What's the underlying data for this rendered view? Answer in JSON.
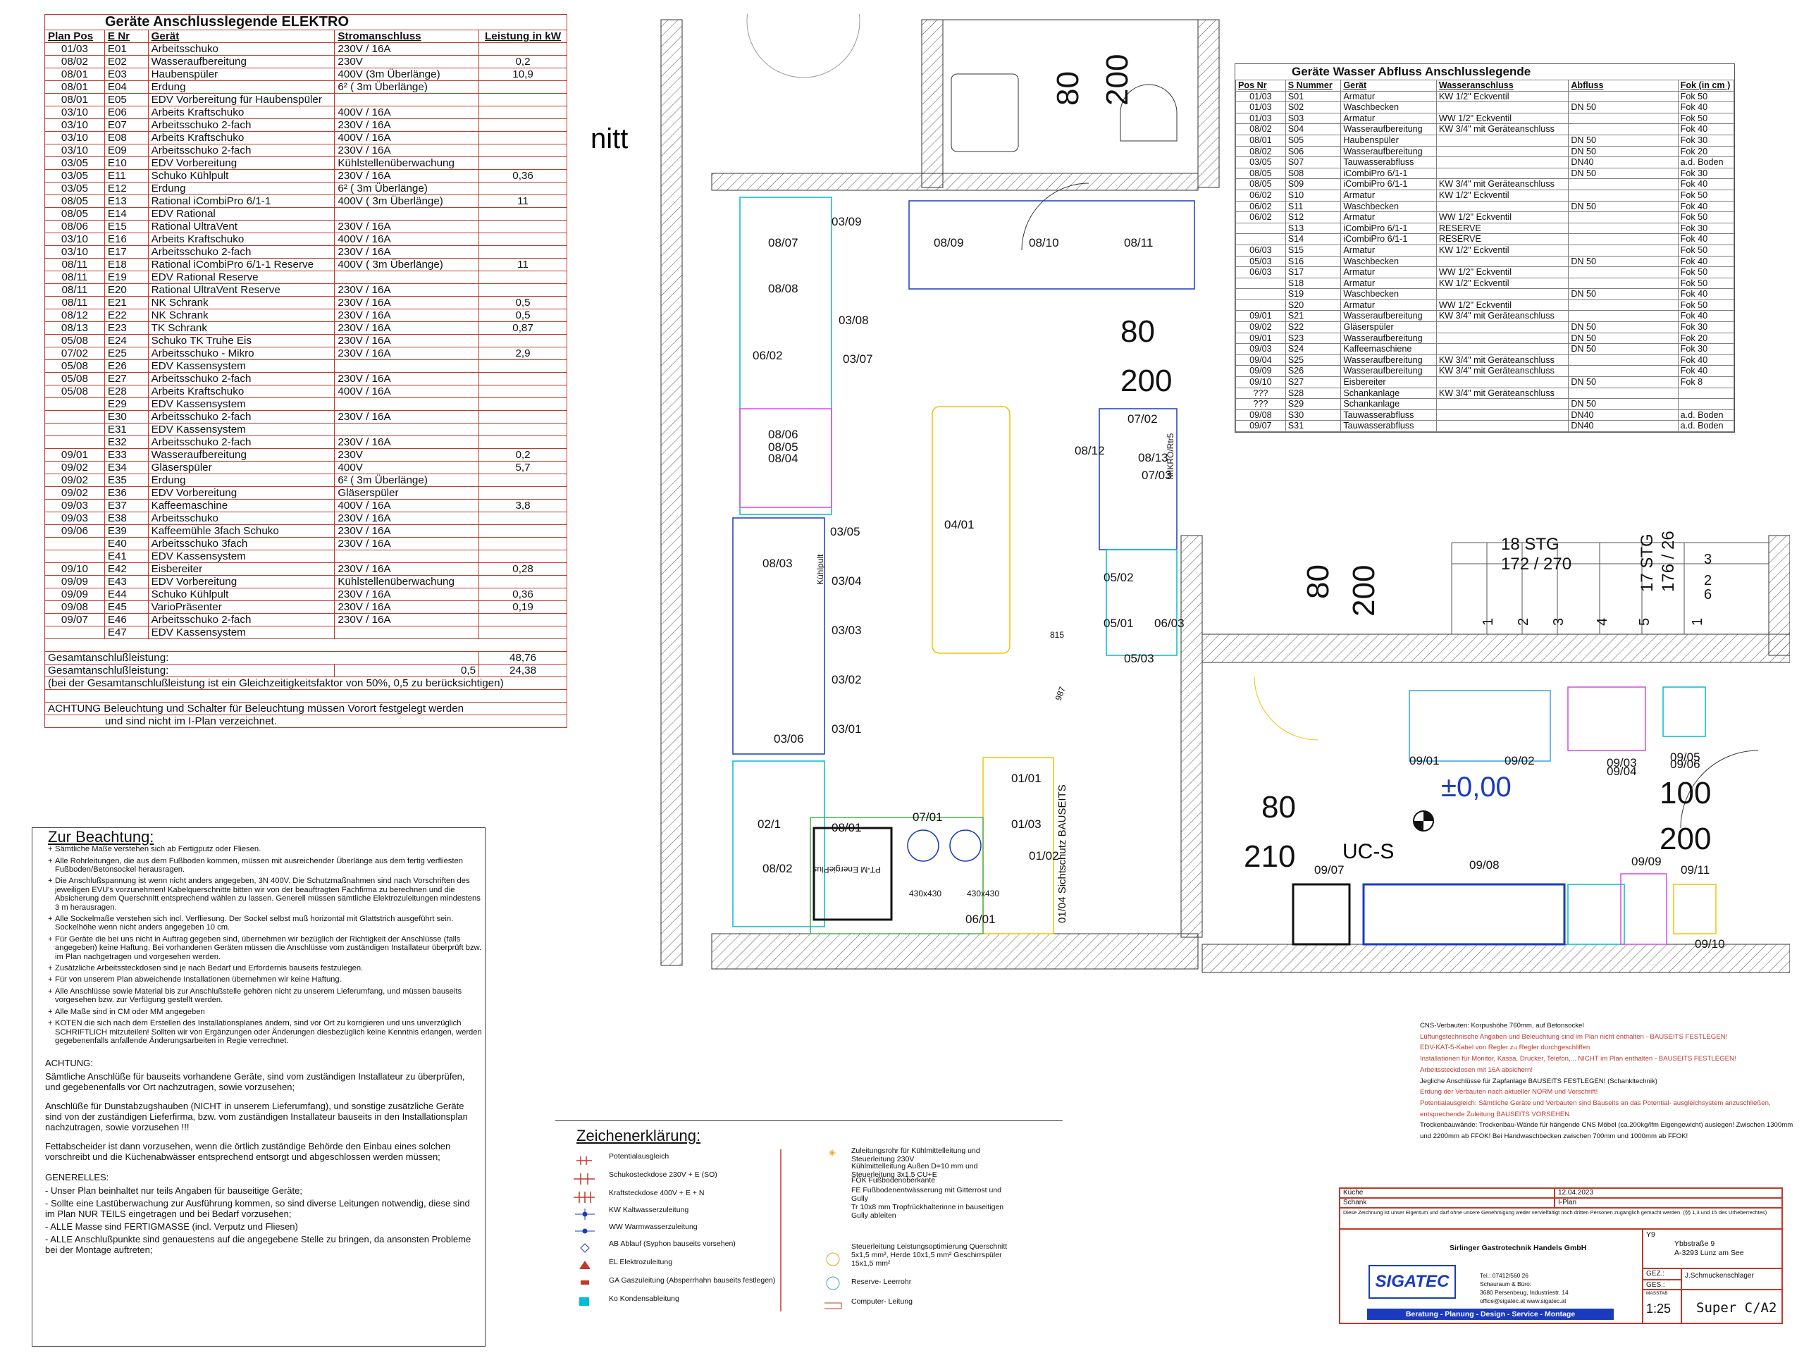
{
  "elektro": {
    "title": "Geräte Anschlusslegende ELEKTRO",
    "headers": [
      "Plan Pos",
      "E Nr",
      "Gerät",
      "Stromanschluss",
      "Leistung in kW"
    ],
    "rows": [
      [
        "01/03",
        "E01",
        "Arbeitsschuko",
        "230V / 16A",
        ""
      ],
      [
        "08/02",
        "E02",
        "Wasseraufbereitung",
        "230V",
        "0,2"
      ],
      [
        "08/01",
        "E03",
        "Haubenspüler",
        "400V  (3m Überlänge)",
        "10,9"
      ],
      [
        "08/01",
        "E04",
        "Erdung",
        "6²  ( 3m Überlänge)",
        ""
      ],
      [
        "08/01",
        "E05",
        "EDV Vorbereitung für Haubenspüler",
        "",
        ""
      ],
      [
        "03/10",
        "E06",
        "Arbeits Kraftschuko",
        "400V / 16A",
        ""
      ],
      [
        "03/10",
        "E07",
        "Arbeitsschuko 2-fach",
        "230V / 16A",
        ""
      ],
      [
        "03/10",
        "E08",
        "Arbeits Kraftschuko",
        "400V / 16A",
        ""
      ],
      [
        "03/10",
        "E09",
        "Arbeitsschuko 2-fach",
        "230V / 16A",
        ""
      ],
      [
        "03/05",
        "E10",
        "EDV Vorbereitung",
        "Kühlstellenüberwachung",
        ""
      ],
      [
        "03/05",
        "E11",
        "Schuko Kühlpult",
        "230V / 16A",
        "0,36"
      ],
      [
        "03/05",
        "E12",
        "Erdung",
        "6²  ( 3m Überlänge)",
        ""
      ],
      [
        "08/05",
        "E13",
        "Rational iCombiPro 6/1-1",
        "400V  ( 3m Überlänge)",
        "11"
      ],
      [
        "08/05",
        "E14",
        "EDV  Rational",
        "",
        ""
      ],
      [
        "08/06",
        "E15",
        "Rational UltraVent",
        "230V / 16A",
        ""
      ],
      [
        "03/10",
        "E16",
        "Arbeits Kraftschuko",
        "400V / 16A",
        ""
      ],
      [
        "03/10",
        "E17",
        "Arbeitsschuko 2-fach",
        "230V / 16A",
        ""
      ],
      [
        "08/11",
        "E18",
        "Rational iCombiPro 6/1-1 Reserve",
        "400V  ( 3m Überlänge)",
        "11"
      ],
      [
        "08/11",
        "E19",
        "EDV  Rational Reserve",
        "",
        ""
      ],
      [
        "08/11",
        "E20",
        "Rational UltraVent Reserve",
        "230V / 16A",
        ""
      ],
      [
        "08/11",
        "E21",
        "NK Schrank",
        "230V / 16A",
        "0,5"
      ],
      [
        "08/12",
        "E22",
        "NK Schrank",
        "230V / 16A",
        "0,5"
      ],
      [
        "08/13",
        "E23",
        "TK Schrank",
        "230V / 16A",
        "0,87"
      ],
      [
        "05/08",
        "E24",
        "Schuko TK Truhe Eis",
        "230V / 16A",
        ""
      ],
      [
        "07/02",
        "E25",
        "Arbeitsschuko - Mikro",
        "230V / 16A",
        "2,9"
      ],
      [
        "05/08",
        "E26",
        "EDV Kassensystem",
        "",
        ""
      ],
      [
        "05/08",
        "E27",
        "Arbeitsschuko 2-fach",
        "230V / 16A",
        ""
      ],
      [
        "05/08",
        "E28",
        "Arbeits Kraftschuko",
        "400V / 16A",
        ""
      ],
      [
        "",
        "E29",
        "EDV Kassensystem",
        "",
        ""
      ],
      [
        "",
        "E30",
        "Arbeitsschuko 2-fach",
        "230V / 16A",
        ""
      ],
      [
        "",
        "E31",
        "EDV Kassensystem",
        "",
        ""
      ],
      [
        "",
        "E32",
        "Arbeitsschuko 2-fach",
        "230V / 16A",
        ""
      ],
      [
        "09/01",
        "E33",
        "Wasseraufbereitung",
        "230V",
        "0,2"
      ],
      [
        "09/02",
        "E34",
        "Gläserspüler",
        "400V",
        "5,7"
      ],
      [
        "09/02",
        "E35",
        "Erdung",
        "6²  ( 3m Überlänge)",
        ""
      ],
      [
        "09/02",
        "E36",
        "EDV Vorbereitung",
        "Gläserspüler",
        ""
      ],
      [
        "09/03",
        "E37",
        "Kaffeemaschine",
        "400V / 16A",
        "3,8"
      ],
      [
        "09/03",
        "E38",
        "Arbeitsschuko",
        "230V / 16A",
        ""
      ],
      [
        "09/06",
        "E39",
        "Kaffeemühle 3fach Schuko",
        "230V / 16A",
        ""
      ],
      [
        "",
        "E40",
        "Arbeitsschuko 3fach",
        "230V / 16A",
        ""
      ],
      [
        "",
        "E41",
        "EDV Kassensystem",
        "",
        ""
      ],
      [
        "09/10",
        "E42",
        "Eisbereiter",
        "230V / 16A",
        "0,28"
      ],
      [
        "09/09",
        "E43",
        "EDV Vorbereitung",
        "Kühlstellenüberwachung",
        ""
      ],
      [
        "09/09",
        "E44",
        "Schuko Kühlpult",
        "230V / 16A",
        "0,36"
      ],
      [
        "09/08",
        "E45",
        "VarioPräsenter",
        "230V / 16A",
        "0,19"
      ],
      [
        "09/07",
        "E46",
        "Arbeitsschuko 2-fach",
        "230V / 16A",
        ""
      ],
      [
        "",
        "E47",
        "EDV Kassensystem",
        "",
        ""
      ]
    ],
    "total1_label": "Gesamtanschlußleistung:",
    "total1_value": "48,76",
    "total2_label": "Gesamtanschlußleistung:",
    "total2_factor": "0,5",
    "total2_value": "24,38",
    "gleichzeitig": "(bei der Gesamtanschlußleistung ist ein Gleichzeitigkeitsfaktor von 50%, 0,5 zu berücksichtigen)",
    "achtung1": "ACHTUNG Beleuchtung und Schalter für Beleuchtung müssen Vorort festgelegt werden",
    "achtung2": "und sind nicht im I-Plan verzeichnet."
  },
  "wasser": {
    "title": "Geräte Wasser Abfluss Anschlusslegende",
    "headers": [
      "Pos Nr",
      "S Nummer",
      "Gerät",
      "Wasseranschluss",
      "Abfluss",
      "Fok (in cm )"
    ],
    "rows": [
      [
        "01/03",
        "S01",
        "Armatur",
        "KW 1/2\" Eckventil",
        "",
        "Fok 50"
      ],
      [
        "01/03",
        "S02",
        "Waschbecken",
        "",
        "DN 50",
        "Fok 40"
      ],
      [
        "01/03",
        "S03",
        "Armatur",
        "WW 1/2\"  Eckventil",
        "",
        "Fok 50"
      ],
      [
        "08/02",
        "S04",
        "Wasseraufbereitung",
        "KW 3/4\"  mit Geräteanschluss",
        "",
        "Fok 40"
      ],
      [
        "08/01",
        "S05",
        "Haubenspüler",
        "",
        "DN 50",
        "Fok 30"
      ],
      [
        "08/02",
        "S06",
        "Wasseraufbereitung",
        "",
        "DN 50",
        "Fok 20"
      ],
      [
        "03/05",
        "S07",
        "Tauwasserabfluss",
        "",
        "DN40",
        "a.d. Boden"
      ],
      [
        "08/05",
        "S08",
        "iCombiPro 6/1-1",
        "",
        "DN 50",
        "Fok 30"
      ],
      [
        "08/05",
        "S09",
        "iCombiPro 6/1-1",
        "KW 3/4\"  mit Geräteanschluss",
        "",
        "Fok 40"
      ],
      [
        "06/02",
        "S10",
        "Armatur",
        "KW 1/2\" Eckventil",
        "",
        "Fok 50"
      ],
      [
        "06/02",
        "S11",
        "Waschbecken",
        "",
        "DN 50",
        "Fok 40"
      ],
      [
        "06/02",
        "S12",
        "Armatur",
        "WW 1/2\"  Eckventil",
        "",
        "Fok 50"
      ],
      [
        "",
        "S13",
        "iCombiPro 6/1-1",
        "RESERVE",
        "",
        "Fok 30"
      ],
      [
        "",
        "S14",
        "iCombiPro 6/1-1",
        "RESERVE",
        "",
        "Fok 40"
      ],
      [
        "06/03",
        "S15",
        "Armatur",
        "KW 1/2\" Eckventil",
        "",
        "Fok 50"
      ],
      [
        "05/03",
        "S16",
        "Waschbecken",
        "",
        "DN 50",
        "Fok 40"
      ],
      [
        "06/03",
        "S17",
        "Armatur",
        "WW 1/2\"  Eckventil",
        "",
        "Fok 50"
      ],
      [
        "",
        "S18",
        "Armatur",
        "KW 1/2\" Eckventil",
        "",
        "Fok 50"
      ],
      [
        "",
        "S19",
        "Waschbecken",
        "",
        "DN 50",
        "Fok 40"
      ],
      [
        "",
        "S20",
        "Armatur",
        "WW 1/2\"  Eckventil",
        "",
        "Fok 50"
      ],
      [
        "09/01",
        "S21",
        "Wasseraufbereitung",
        "KW 3/4\"  mit Geräteanschluss",
        "",
        "Fok 40"
      ],
      [
        "09/02",
        "S22",
        "Gläserspüler",
        "",
        "DN 50",
        "Fok 30"
      ],
      [
        "09/01",
        "S23",
        "Wasseraufbereitung",
        "",
        "DN 50",
        "Fok 20"
      ],
      [
        "09/03",
        "S24",
        "Kaffeemaschiene",
        "",
        "DN 50",
        "Fok 30"
      ],
      [
        "09/04",
        "S25",
        "Wasseraufbereitung",
        "KW 3/4\"  mit Geräteanschluss",
        "",
        "Fok 40"
      ],
      [
        "09/09",
        "S26",
        "Wasseraufbereitung",
        "KW 3/4\"  mit Geräteanschluss",
        "",
        "Fok 40"
      ],
      [
        "09/10",
        "S27",
        "Eisbereiter",
        "",
        "DN 50",
        "Fok 8"
      ],
      [
        "???",
        "S28",
        "Schankanlage",
        "KW 3/4\"  mit Geräteanschluss",
        "",
        ""
      ],
      [
        "???",
        "S29",
        "Schankanlage",
        "",
        "DN 50",
        ""
      ],
      [
        "09/08",
        "S30",
        "Tauwasserabfluss",
        "",
        "DN40",
        "a.d. Boden"
      ],
      [
        "09/07",
        "S31",
        "Tauwasserabfluss",
        "",
        "DN40",
        "a.d. Boden"
      ]
    ]
  },
  "notes": {
    "title": "Zur Beachtung:",
    "items": [
      "Sämtliche Maße verstehen sich ab Fertigputz oder Fliesen.",
      "Alle Rohrleitungen, die aus dem Fußboden kommen, müssen mit ausreichender Überlänge aus dem fertig verfliesten Fußboden/Betonsockel herausragen.",
      "Die Anschlußspannung ist wenn nicht anders angegeben, 3N 400V. Die Schutzmaßnahmen sind nach Vorschriften des jeweiligen EVU's vorzunehmen! Kabelquerschnitte bitten wir von der beauftragten Fachfirma zu berechnen und die Absicherung dem Querschnitt entsprechend wählen zu lassen. Generell müssen sämtliche Elektrozuleitungen mindestens 3 m herausragen.",
      "Alle Sockelmaße verstehen sich incl. Verfliesung. Der Sockel selbst muß horizontal mit Glattstrich ausgeführt sein. Sockelhöhe wenn nicht anders angegeben 10 cm.",
      "Für Geräte die bei uns nicht in Auftrag gegeben sind, übernehmen wir bezüglich der Richtigkeit der Anschlüsse (falls angegeben) keine Haftung. Bei vorhandenen Geräten müssen die Anschlüsse vom zuständigen Installateur überprüft bzw. im Plan nachgetragen und vorgesehen werden.",
      "Zusätzliche Arbeitssteckdosen sind je nach Bedarf und Erfordernis bauseits festzulegen.",
      "Für von unserem Plan abweichende Installationen übernehmen wir keine Haftung.",
      "Alle Anschlüsse sowie Material bis zur Anschlußstelle gehören nicht zu unserem Lieferumfang, und müssen bauseits vorgesehen bzw. zur Verfügung gestellt werden.",
      "Alle Maße sind in   CM oder MM   angegeben",
      "KOTEN die sich nach dem Erstellen des Installationsplanes ändern, sind vor Ort zu korrigieren und uns unverzüglich SCHRIFTLICH mitzuteilen! Sollten wir von Ergänzungen oder Änderungen diesbezüglich keine Kenntnis erlangen, werden gegebenenfalls anfallende Änderungsarbeiten in Regie verrechnet."
    ],
    "achtung_head": "ACHTUNG:",
    "achtung_text": "Sämtliche Anschlüße für bauseits vorhandene Geräte, sind vom zuständigen Installateur zu überprüfen, und gegebenenfalls vor Ort nachzutragen, sowie vorzusehen;",
    "dunst": "Anschlüße für Dunstabzugshauben (NICHT in unserem Lieferumfang), und sonstige zusätzliche Geräte sind von der zuständigen Lieferfirma, bzw. vom zuständigen Installateur bauseits in den Installationsplan nachzutragen, sowie vorzusehen !!!",
    "fett": "Fettabscheider ist dann vorzusehen, wenn die örtlich zuständige Behörde den Einbau eines solchen vorschreibt und die Küchenabwässer entsprechend entsorgt und abgeschlossen werden müssen;",
    "gen_head": "GENERELLES:",
    "gen": [
      "- Unser Plan beinhaltet nur teils Angaben für bauseitige Geräte;",
      "- Sollte eine Lastüberwachung zur Ausführung kommen, so sind diverse Leitungen notwendig, diese sind im Plan NUR TEILS eingetragen und bei Bedarf vorzusehen;",
      "- ALLE Masse sind FERTIGMASSE (incl. Verputz und Fliesen)",
      "- ALLE Anschlußpunkte sind genauestens auf die angegebene Stelle zu bringen, da ansonsten Probleme bei der Montage auftreten;"
    ]
  },
  "zeichen": {
    "title": "Zeichenerklärung:",
    "left": [
      "Potentialausgleich",
      "Schukosteckdose 230V + E (SO)",
      "Kraftsteckdose  400V + E + N",
      "KW Kaltwasserzuleitung",
      "WW Warmwasserzuleitung",
      "AB Ablauf (Syphon bauseits vorsehen)",
      "EL Elektrozuleitung",
      "GA Gaszuleitung (Absperrhahn bauseits festlegen)",
      "Ko Kondensableitung"
    ],
    "right": [
      "Zuleitungsrohr für Kühlmittelleitung und Steuerleitung 230V",
      "Kühlmittelleitung Außen D=10 mm und Steuerleitung 3x1,5 CU+E",
      "FOK Fußbodenoberkante",
      "FE  Fußbodenentwässerung mit Gitterrost und Gully",
      "Tr  10x8 mm Tropfrückhalterinne in bauseitigen Gully ableiten",
      "Steuerleitung Leistungsoptimierung Querschnitt 5x1,5 mm², Herde 10x1,5 mm² Geschirrspüler 15x1,5 mm²",
      "Reserve- Leerrohr",
      "Computer- Leitung"
    ]
  },
  "cns": [
    {
      "t": "CNS-Verbauten: Korpushöhe 760mm, auf Betonsockel",
      "red": false
    },
    {
      "t": "Lüftungstechnische Angaben und Beleuchtung sind im Plan nicht enthalten - BAUSEITS FESTLEGEN!",
      "red": true
    },
    {
      "t": "EDV-KAT-5-Kabel von Regler zu Regler durchgeschliffen",
      "red": true
    },
    {
      "t": "Installationen für Monitor, Kassa, Drucker, Telefon,... NICHT im Plan enthalten - BAUSEITS FESTLEGEN!",
      "red": true
    },
    {
      "t": "Arbeitssteckdosen mit 16A absichern!",
      "red": true
    },
    {
      "t": "Jegliche Anschlüsse für Zapfanlage BAUSEITS FESTLEGEN! (Schankltechnik)",
      "red": false
    },
    {
      "t": "Erdung der Verbauten nach aktueller NORM und Vorschrift!",
      "red": true
    },
    {
      "t": "Potentialausgleich: Sämtliche Geräte und Verbauten sind Bauseits an das Potential- ausgleichsystem anzuschließen,",
      "red": true
    },
    {
      "t": "entsprechende Zuleitung BAUSEITS VORSEHEN",
      "red": true
    },
    {
      "t": "Trockenbauwände: Trockenbau-Wände für hängende CNS Möbel (ca.200kg/lfm Eigengewicht) auslegen! Zwischen 1300mm",
      "red": false
    },
    {
      "t": "und 2200mm ab FFOK! Bei Handwaschbecken zwischen 700mm und 1000mm ab FFOK!",
      "red": false
    }
  ],
  "titleblock": {
    "kueche_label": "Küche",
    "date": "12.04.2023",
    "schank": "Schank",
    "iplan": "I-Plan",
    "disclaimer": "Diese Zeichnung ist unser Eigentum und darf ohne unsere Genehmigung weder vervielfältigt noch dritten Personen zugänglich gemacht werden. (§§ 1,3 und 15 des Urheberrechtes)",
    "company": "Sirlinger Gastrotechnik Handels GmbH",
    "addr1": "Tel.: 07412/560 26",
    "addr2": "Schauraum & Büro:",
    "addr3": "3680 Persenbeug, Industriestr. 14",
    "addr4": "office@sigatec.at     www.sigatec.at",
    "logo": "SIGATEC",
    "slogan": "Beratung - Planung - Design - Service - Montage",
    "client1": "Y9",
    "client2": "Ybbstraße 9",
    "client3": "A-3293 Lunz am See",
    "gez": "GEZ.:",
    "ges": "GES.:",
    "gez_name": "J.Schmuckenschlager",
    "massstab_label": "MASSTAB",
    "massstab": "1:25",
    "code": "Super C/A2"
  },
  "plan": {
    "partial_title": "nitt",
    "dims": [
      "80",
      "200",
      "80",
      "200",
      "80",
      "200",
      "80",
      "210",
      "100",
      "200"
    ],
    "stairs": [
      "18 STG",
      "172 / 270",
      "17 STG",
      "176 / 26"
    ],
    "level": "±0,00",
    "uc": "UC-S",
    "stair_nums": [
      "1",
      "2",
      "3",
      "4",
      "5",
      "1",
      "3",
      "6",
      "2"
    ],
    "labels": [
      "08/07",
      "03/09",
      "08/08",
      "03/08",
      "06/02",
      "03/07",
      "08/06",
      "08/05",
      "08/04",
      "03/05",
      "08/03",
      "03/04",
      "03/03",
      "03/02",
      "03/01",
      "03/06",
      "08/09",
      "08/10",
      "08/11",
      "04/01",
      "08/12",
      "07/02",
      "08/13",
      "07/03",
      "05/02",
      "05/01",
      "06/03",
      "05/03",
      "01/01",
      "01/03",
      "01/02",
      "02/1",
      "08/01",
      "07/01",
      "08/02",
      "06/01",
      "09/01",
      "09/02",
      "09/03",
      "09/04",
      "09/05",
      "09/06",
      "09/07",
      "09/08",
      "09/09",
      "09/11",
      "09/10"
    ],
    "misc": [
      "Kühlpult",
      "PT-M EnergiePlus",
      "430x430",
      "430x430",
      "MIKRO/Rtr5",
      "01/04  Sichtschutz  BAUSEITS",
      "815",
      "987"
    ]
  }
}
